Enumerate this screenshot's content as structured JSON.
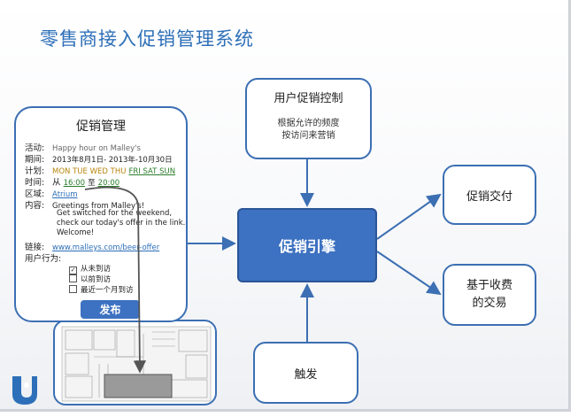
{
  "title": "零售商接入促销管理系统",
  "engine": "促销引擎",
  "control": {
    "title": "用户促销控制",
    "line1": "根据允许的频度",
    "line2": "按访问来营销"
  },
  "delivery": "促销交付",
  "trade": {
    "line1": "基于收费",
    "line2": "的交易"
  },
  "trigger": "触发",
  "panel": {
    "title": "促销管理",
    "activity_label": "活动:",
    "activity_value": "Happy hour on Malley's",
    "period_label": "期间:",
    "period_value": "2013年8月1日- 2013年-10月30日",
    "plan_label": "计划:",
    "plan_days": "MON TUE WED THU",
    "plan_days_highlight": "FRI SAT SUN",
    "time_label": "时间:",
    "time_from": "从",
    "time_start": "16:00",
    "time_to": "至",
    "time_end": "20:00",
    "area_label": "区域:",
    "area_value": "Atrium",
    "content_label": "内容:",
    "content_line1": "Greetings from Malley's!",
    "content_line2": "Get switched for the weekend,",
    "content_line3": "check our today's offer in the link.",
    "content_line4": "Welcome!",
    "link_label": "链接:",
    "link_value": "www.malleys.com/beer-offer",
    "behavior_label": "用户行为:",
    "options": [
      {
        "label": "从未到访",
        "checked": true
      },
      {
        "label": "以前到访",
        "checked": false
      },
      {
        "label": "最近一个月到访",
        "checked": false
      }
    ],
    "publish": "发布"
  }
}
